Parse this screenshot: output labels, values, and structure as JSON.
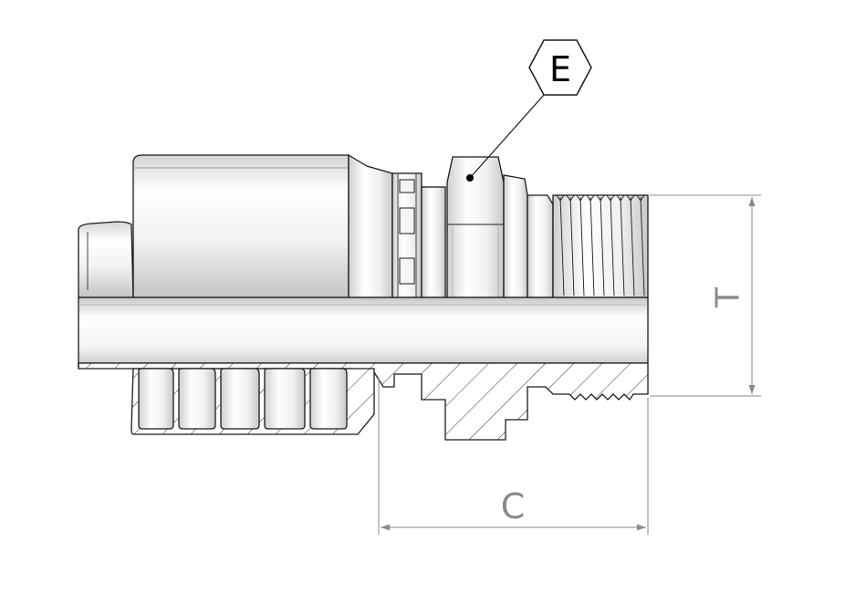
{
  "labels": {
    "hex_callout": "E",
    "thread_dimension": "T",
    "length_dimension": "C"
  },
  "colors": {
    "outline": "#1a1a1a",
    "dimension": "#8a8a8a",
    "metal_light": "#ffffff",
    "metal_dark": "#b8b8b8",
    "hatch": "#333333"
  }
}
